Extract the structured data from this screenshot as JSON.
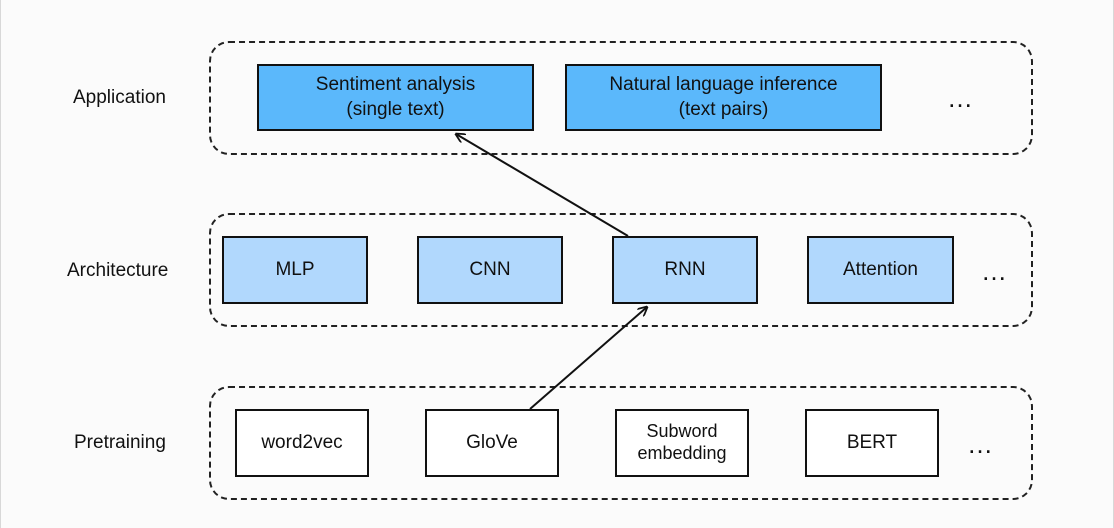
{
  "layers": {
    "application": "Application",
    "architecture": "Architecture",
    "pretraining": "Pretraining"
  },
  "application_boxes": [
    {
      "line1": "Sentiment analysis",
      "line2": "(single text)"
    },
    {
      "line1": "Natural language inference",
      "line2": "(text pairs)"
    }
  ],
  "architecture_boxes": [
    "MLP",
    "CNN",
    "RNN",
    "Attention"
  ],
  "pretraining_boxes": [
    {
      "line1": "word2vec",
      "line2": ""
    },
    {
      "line1": "GloVe",
      "line2": ""
    },
    {
      "line1": "Subword",
      "line2": "embedding"
    },
    {
      "line1": "BERT",
      "line2": ""
    }
  ],
  "ellipsis": "…",
  "colors": {
    "application_fill": "#5bb8fb",
    "architecture_fill": "#b1d8fd",
    "pretraining_fill": "#ffffff",
    "border": "#111111"
  },
  "edges": [
    {
      "from": "GloVe",
      "to": "RNN"
    },
    {
      "from": "RNN",
      "to": "Sentiment analysis (single text)"
    }
  ]
}
